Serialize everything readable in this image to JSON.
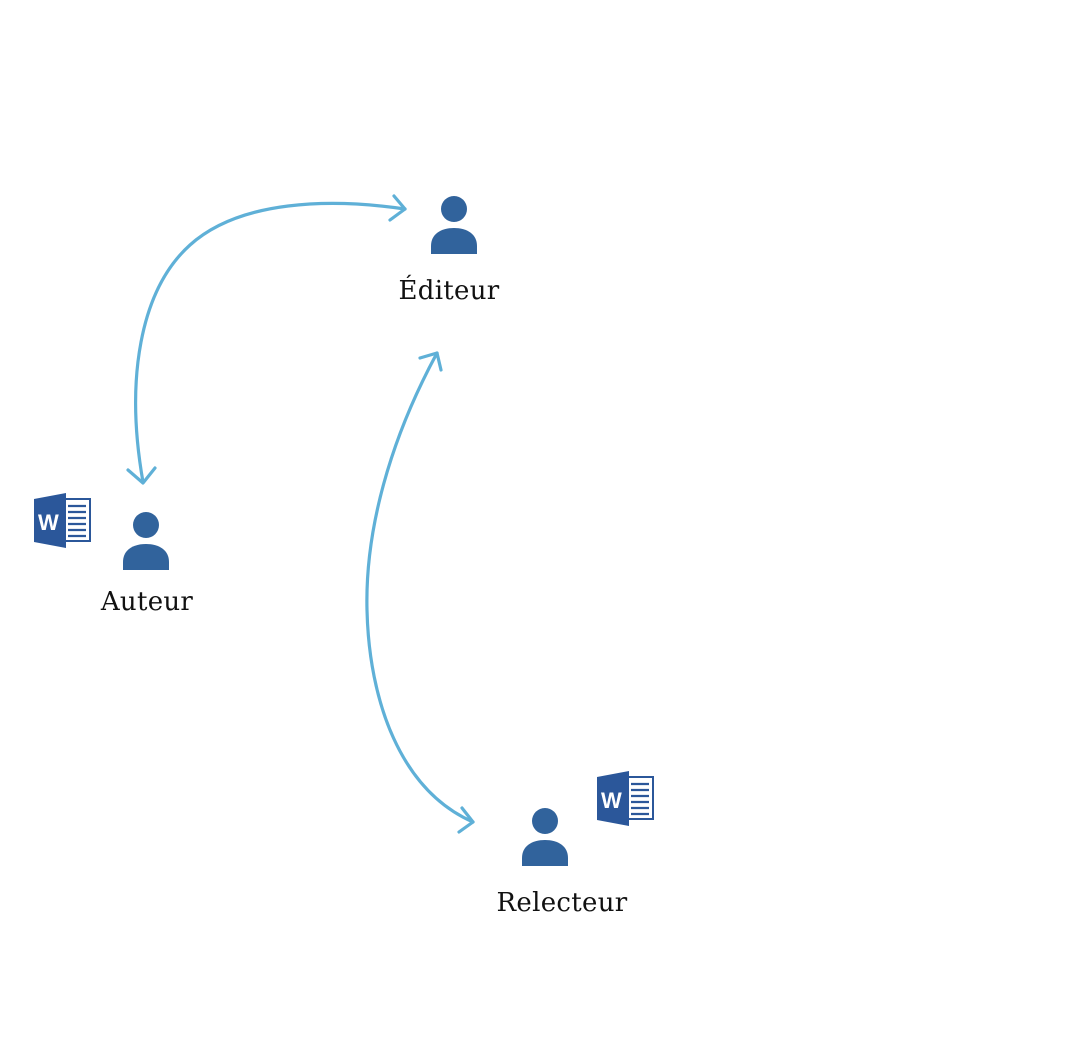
{
  "diagram": {
    "title": "",
    "colors": {
      "person": "#31639c",
      "arrow": "#5fb0d7",
      "word_dark": "#2b579a",
      "word_light": "#ffffff",
      "text": "#111111",
      "background": "#ffffff"
    },
    "nodes": [
      {
        "id": "editeur",
        "label": "Éditeur",
        "icon": "person-icon",
        "has_document": false
      },
      {
        "id": "auteur",
        "label": "Auteur",
        "icon": "person-icon",
        "has_document": true,
        "document_icon": "word-document-icon",
        "document_letter": "W"
      },
      {
        "id": "relecteur",
        "label": "Relecteur",
        "icon": "person-icon",
        "has_document": true,
        "document_icon": "word-document-icon",
        "document_letter": "W"
      }
    ],
    "edges": [
      {
        "from": "auteur",
        "to": "editeur",
        "direction": "bidirectional"
      },
      {
        "from": "editeur",
        "to": "relecteur",
        "direction": "bidirectional"
      }
    ]
  }
}
